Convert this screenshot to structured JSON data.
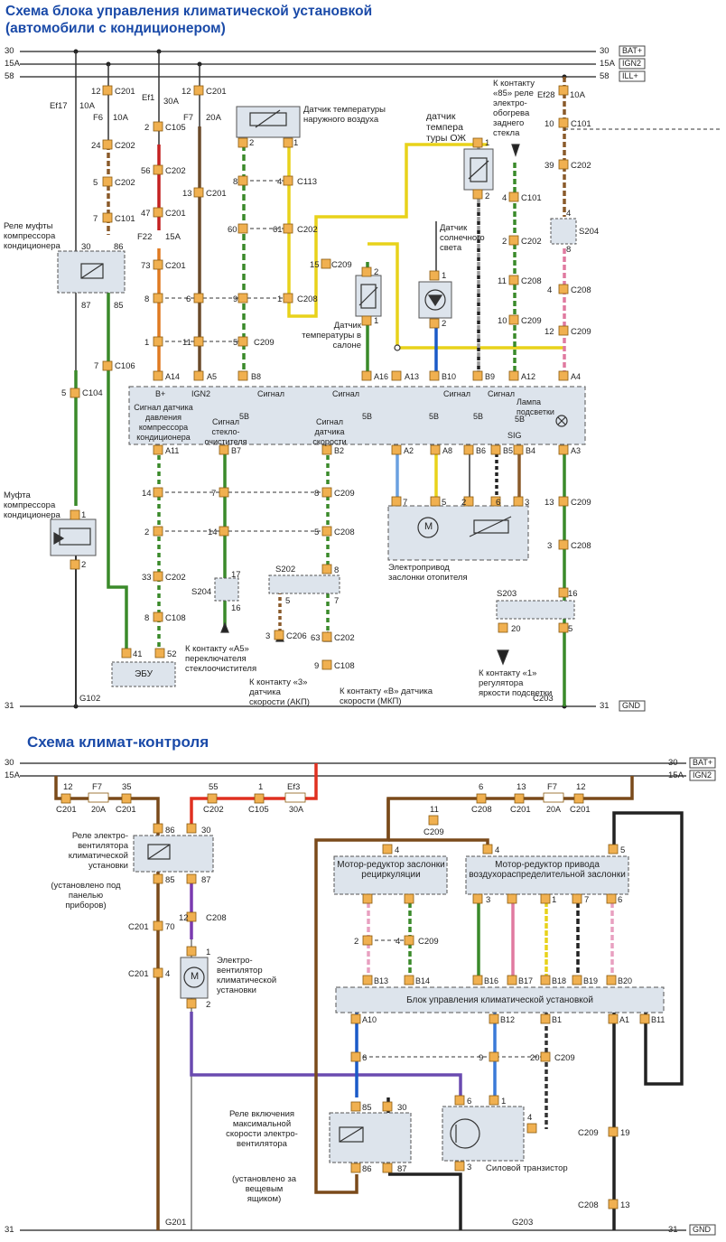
{
  "titles": {
    "main": "Схема блока управления климатической установкой",
    "sub": "(автомобили с кондиционером)",
    "climate": "Схема климат-контроля"
  },
  "rails_top": {
    "b30": "30",
    "b15": "15A",
    "b58": "58",
    "r30": "30",
    "r15": "15A",
    "r58": "58",
    "bat": "BAT+",
    "ign": "IGN2",
    "ill": "ILL+"
  },
  "rails_bottom": {
    "b31": "31",
    "r31": "31",
    "gnd": "GND",
    "g102": "G102",
    "c203": "C203"
  },
  "top": {
    "ef17": "Ef17",
    "ef17a": "10A",
    "c201_12": "12",
    "c201": "C201",
    "f6": "F6",
    "f6a": "10A",
    "p24": "24",
    "c202": "C202",
    "p5": "5",
    "p7": "7",
    "c101": "C101",
    "ef1": "Ef1",
    "ef1a": "30A",
    "p2": "2",
    "c105": "C105",
    "p56": "56",
    "p47": "47",
    "f22": "F22",
    "f22a": "15A",
    "p73": "73",
    "p8": "8",
    "p1": "1",
    "f7": "F7",
    "f7a": "20A",
    "p13": "13",
    "p6": "6",
    "p11": "11",
    "relay": "Реле муфты компрессора кондиционера",
    "r30": "30",
    "r86": "86",
    "r87": "87",
    "r85": "85",
    "c106_7": "7",
    "c106": "C106",
    "c104_5": "5",
    "c104": "C104",
    "clutch": "Муфта компрессора кондиционера",
    "cl1": "1",
    "cl2": "2",
    "outtemp": "Датчик температуры наружного воздуха",
    "ot2": "2",
    "ot1": "1",
    "c113_8": "8",
    "c113_4": "4",
    "c113": "C113",
    "c202_60": "60",
    "c202_61": "61",
    "c208_9": "9",
    "c208_1": "1",
    "c208": "C208",
    "c209_5": "5",
    "c209": "C209",
    "c209_15": "15",
    "coolant": "датчик темпера туры ОЖ",
    "co1": "1",
    "co2": "2",
    "sun": "Датчик солнечного света",
    "sun1": "1",
    "sun2": "2",
    "intemp": "Датчик температуры в салоне",
    "it1": "1",
    "it2": "2",
    "r85note": "К контакту «85» реле электро-обогрева заднего стекла",
    "c101_4": "4",
    "c202_2": "2",
    "c208_11": "11",
    "c209_10": "10",
    "ef28": "Ef28",
    "ef28a": "10A",
    "c101_10": "10",
    "c202_39": "39",
    "s204": "S204",
    "s204_4": "4",
    "s204_8": "8",
    "c208_4": "4",
    "c209_12": "12",
    "pins": [
      "A14",
      "A5",
      "B8",
      "A16",
      "A13",
      "B10",
      "B9",
      "A12",
      "A4"
    ],
    "unit_b": "B+",
    "unit_ign": "IGN2",
    "sig": "Сигнал",
    "v5": "5B",
    "lamp": "Лампа подсветки",
    "s_press": "Сигнал датчика давления компрессора кондиционера",
    "s_wiper": "Сигнал стекло-очистителя",
    "s_speed": "Сигнал датчика скорости",
    "pins_bot": [
      "A11",
      "B7",
      "B2",
      "A2",
      "A8",
      "B6",
      "B5",
      "B4",
      "A3"
    ],
    "sigtxt": "SIG",
    "p14": "14",
    "p7b": "7",
    "p8b": "8",
    "c209b": "C209",
    "p2b": "2",
    "p14b": "14",
    "p5b": "5",
    "c208b": "C208",
    "p33": "33",
    "c202b": "C202",
    "p17": "17",
    "s204b": "S204",
    "p16": "16",
    "s202": "S202",
    "p8c": "8",
    "p5c": "5",
    "p7c": "7",
    "p8d": "8",
    "c108": "C108",
    "p3": "3",
    "c206": "C206",
    "p63": "63",
    "c202c": "C202",
    "p9": "9",
    "c108b": "C108",
    "a5note": "К контакту «А5» переключателя стеклоочистителя",
    "akp": "К контакту «3» датчика скорости (АКП)",
    "mkp": "К контакту «В» датчика скорости (МКП)",
    "ecu": "ЭБУ",
    "e41": "41",
    "e52": "52",
    "act7": "7",
    "act5": "5",
    "act2": "2",
    "act6": "6",
    "act3": "3",
    "act": "Электропривод заслонки отопителя",
    "p13c": "13",
    "c209c": "C209",
    "p3c": "3",
    "c208c": "C208",
    "s203": "S203",
    "p16c": "16",
    "p20": "20",
    "p5d": "5",
    "reg": "К контакту «1» регулятора яркости подсветки"
  },
  "bottom": {
    "b30": "30",
    "b15": "15A",
    "bat": "BAT+",
    "ign": "IGN2",
    "b31": "31",
    "gnd": "GND",
    "g201": "G201",
    "g203": "G203",
    "c201_12": "12",
    "c201": "C201",
    "f7": "F7",
    "f7a": "20A",
    "c201_35": "35",
    "c202_55": "55",
    "c202": "C202",
    "c105_1": "1",
    "c105": "C105",
    "ef3": "Ef3",
    "ef3a": "30A",
    "relay": "Реле электро-вентилятора климатической установки",
    "relay_note": "(установлено под панелью приборов)",
    "r86": "86",
    "r30": "30",
    "r85": "85",
    "r87": "87",
    "c201_70": "70",
    "c208_12": "12",
    "c208": "C208",
    "c201_4": "4",
    "fan": "Электро-вентилятор климатической установки",
    "fan1": "1",
    "fan2": "2",
    "c208_6": "6",
    "c201_13": "13",
    "f7b": "F7",
    "f7ba": "20A",
    "c201_12b": "12",
    "c209_11": "11",
    "c209": "C209",
    "recirc": "Мотор-редуктор заслонки рециркуляции",
    "air": "Мотор-редуктор привода воздухораспределительной заслонки",
    "m4": "4",
    "m5": "5",
    "m3": "3",
    "m1": "1",
    "m7": "7",
    "m6": "6",
    "p2": "2",
    "p4": "4",
    "pins_top": [
      "B13",
      "B14",
      "B16",
      "B17",
      "B18",
      "B19",
      "B20"
    ],
    "unit": "Блок управления климатической установкой",
    "pins_bot": [
      "A10",
      "B12",
      "B1",
      "A1",
      "B11"
    ],
    "p6": "6",
    "p9": "9",
    "p20": "20",
    "c209b": "C209",
    "maxrelay": "Реле включения максимальной скорости электро-вентилятора",
    "max_note": "(установлено за вещевым ящиком)",
    "mr85": "85",
    "mr30": "30",
    "mr86": "86",
    "mr87": "87",
    "tr6": "6",
    "tr1": "1",
    "tr4": "4",
    "tr3": "3",
    "transistor": "Силовой транзистор",
    "c209_19": "19",
    "c209c": "C209",
    "c208_13": "13",
    "c208b": "C208"
  }
}
